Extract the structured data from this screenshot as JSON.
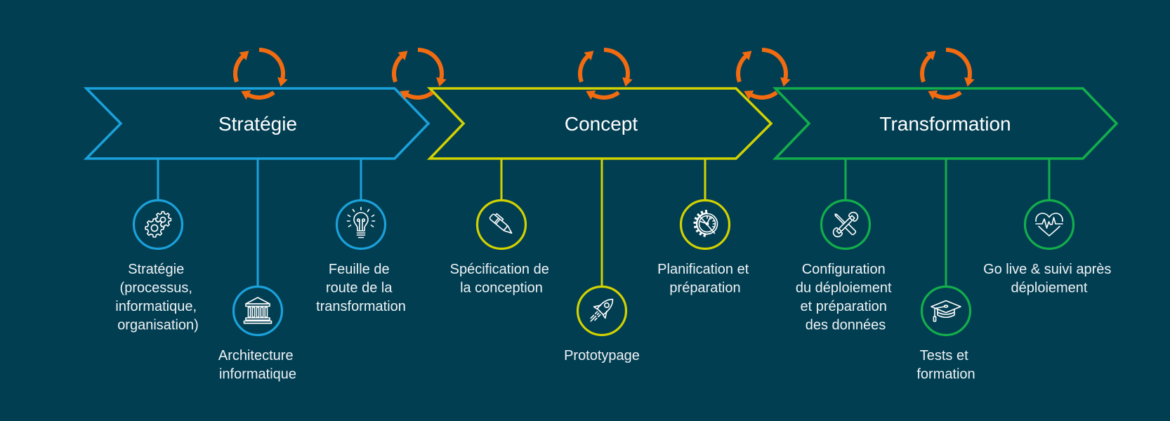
{
  "phases": [
    {
      "title": "Stratégie",
      "color": "#1ba1da",
      "items": [
        {
          "icon": "gears-icon",
          "lines": [
            "Stratégie",
            "(processus,",
            "informatique,",
            "organisation)"
          ]
        },
        {
          "icon": "building-icon",
          "lines": [
            "Architecture",
            "informatique"
          ]
        },
        {
          "icon": "lightbulb-icon",
          "lines": [
            "Feuille de",
            "route de la",
            "transformation"
          ]
        }
      ]
    },
    {
      "title": "Concept",
      "color": "#d2d200",
      "items": [
        {
          "icon": "pen-icon",
          "lines": [
            "Spécification de",
            "la conception"
          ]
        },
        {
          "icon": "rocket-icon",
          "lines": [
            "Prototypage"
          ]
        },
        {
          "icon": "gauge-gear-icon",
          "lines": [
            "Planification et",
            "préparation"
          ]
        }
      ]
    },
    {
      "title": "Transformation",
      "color": "#13ae4b",
      "items": [
        {
          "icon": "tools-icon",
          "lines": [
            "Configuration",
            "du déploiement",
            "et préparation",
            "des données"
          ]
        },
        {
          "icon": "graduation-cap-icon",
          "lines": [
            "Tests et",
            "formation"
          ]
        },
        {
          "icon": "heart-pulse-icon",
          "lines": [
            "Go live & suivi après",
            "déploiement"
          ]
        }
      ]
    }
  ],
  "cycle_icon": "cycle-arrows-icon",
  "colors": {
    "background": "#023e52",
    "cycle_orange": "#f26b10",
    "text": "#eef3f5"
  }
}
